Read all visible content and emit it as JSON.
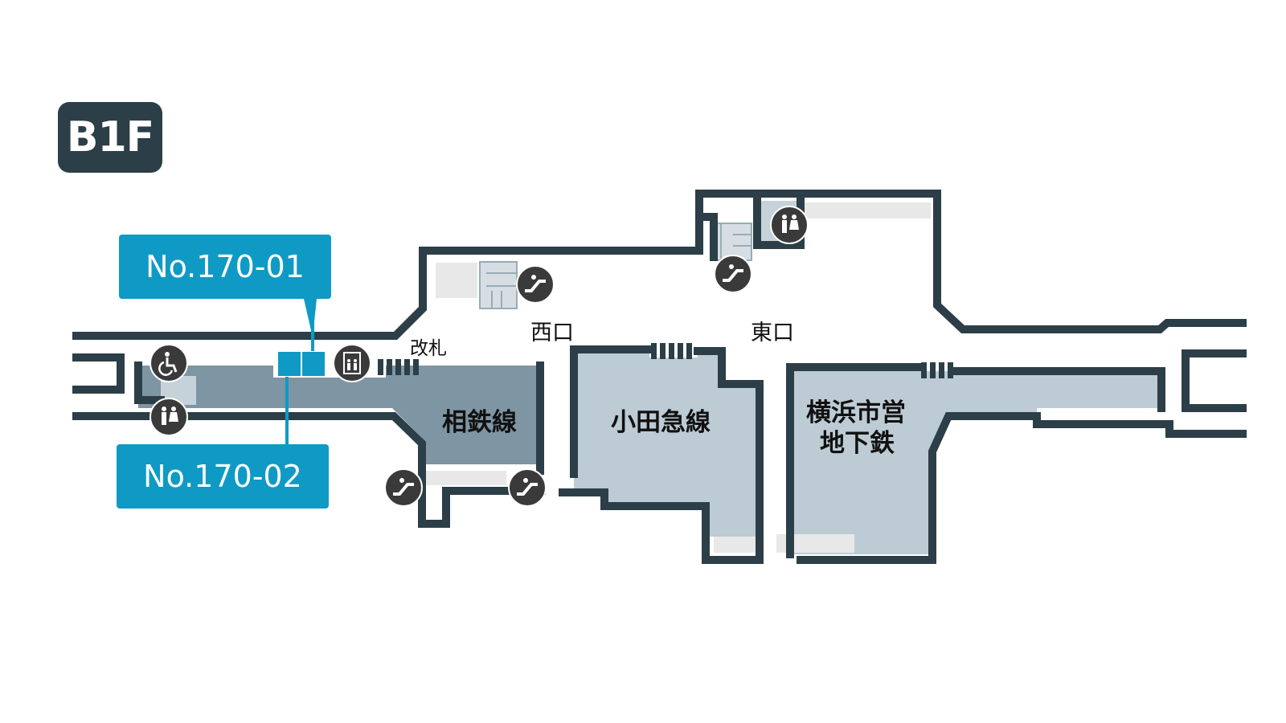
{
  "floor_label": "B1F",
  "callouts": [
    {
      "label": "No.170-01"
    },
    {
      "label": "No.170-02"
    }
  ],
  "area_labels": {
    "ticket_gate": "改札",
    "west_exit": "西口",
    "east_exit": "東口",
    "sotetsu": "相鉄線",
    "odakyu": "小田急線",
    "yokohama_subway_line1": "横浜市営",
    "yokohama_subway_line2": "地下鉄"
  },
  "icons": [
    "wheelchair-icon",
    "restroom-icon",
    "elevator-icon",
    "escalator-icon",
    "stairs-icon"
  ],
  "colors": {
    "wall": "#2c3e47",
    "sotetsu_area": "#7e95a4",
    "other_area": "#bccbd4",
    "corridor_light": "#e8e8e8",
    "callout": "#0f9ac5",
    "icon_bg": "#3a3a3a"
  }
}
